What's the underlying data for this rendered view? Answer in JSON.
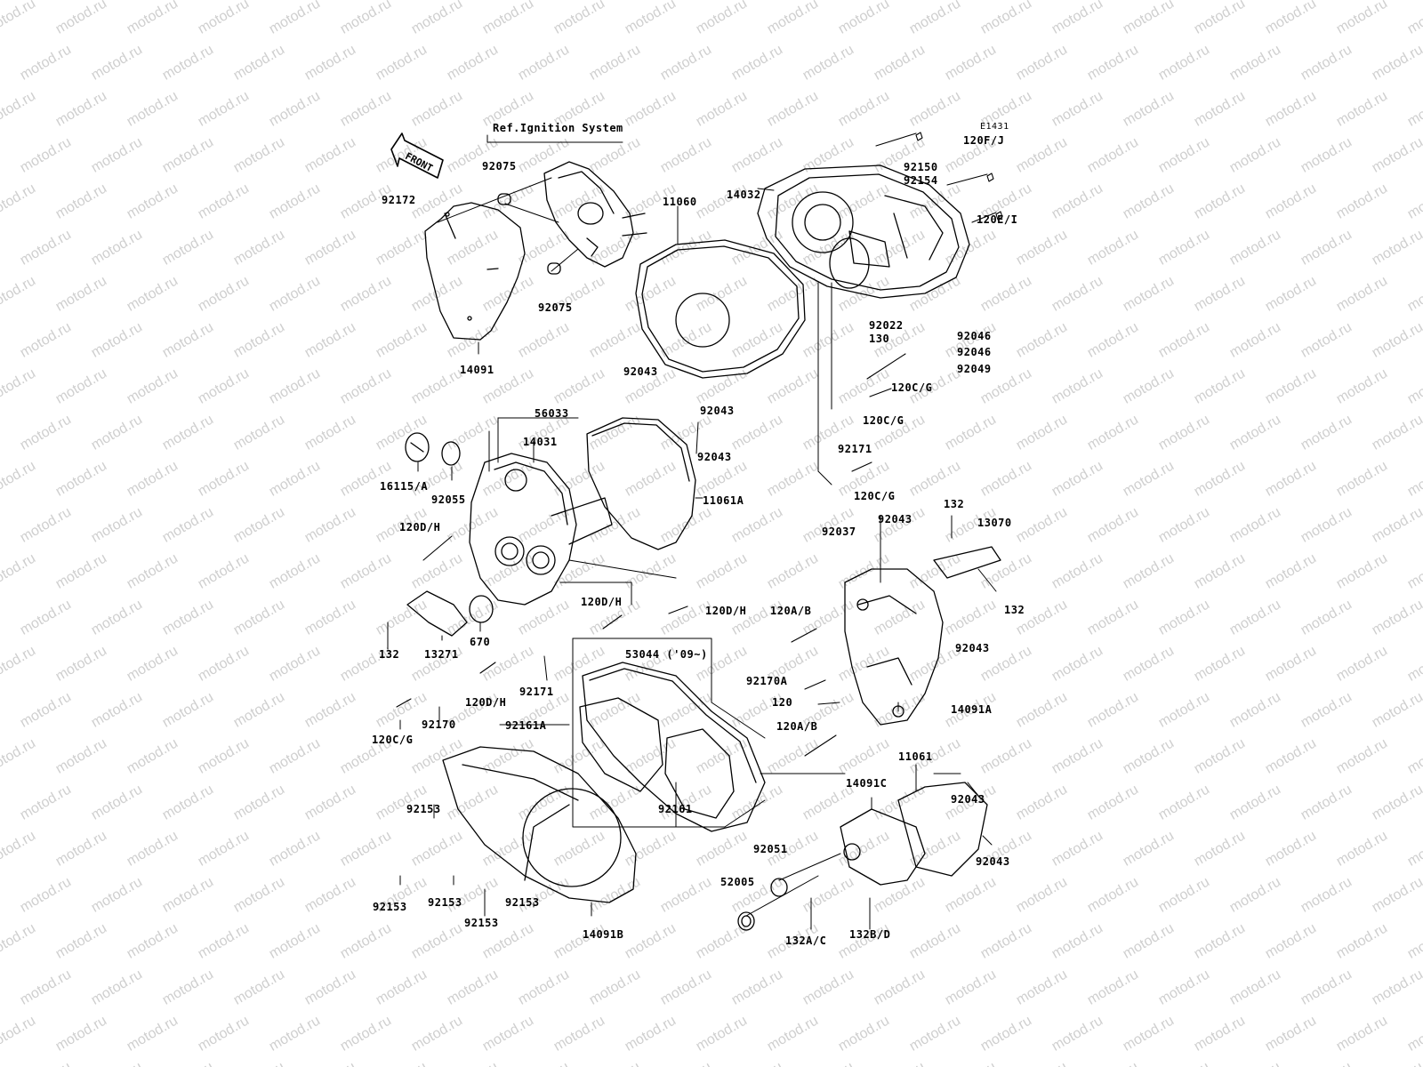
{
  "watermark": "motod.ru",
  "reference_title": "Ref.Ignition System",
  "diagram_code": "E1431",
  "front_label": "FRONT",
  "colors": {
    "line": "#000000",
    "watermark": "#cfcfcf",
    "background": "#ffffff"
  },
  "part_labels": [
    "120F/J",
    "92150",
    "92154",
    "14032",
    "120E/I",
    "92172",
    "92075",
    "92075",
    "11060",
    "14091",
    "92022",
    "130",
    "92046",
    "92046",
    "92049",
    "92043",
    "92043",
    "120C/G",
    "120C/G",
    "56033",
    "14031",
    "92043",
    "16115/A",
    "92055",
    "11061A",
    "92171",
    "120C/G",
    "92037",
    "120D/H",
    "92043",
    "132",
    "13070",
    "120D/H",
    "120D/H",
    "132",
    "120A/B",
    "132",
    "13271",
    "670",
    "53044 ('09~)",
    "92043",
    "92171",
    "120D/H",
    "92170A",
    "120",
    "14091A",
    "92161A",
    "120C/G",
    "92170",
    "120A/B",
    "11061",
    "14091C",
    "92043",
    "92153",
    "92161",
    "92051",
    "92043",
    "52005",
    "92153",
    "92153",
    "92153",
    "92153",
    "132A/C",
    "132B/D",
    "14091B"
  ]
}
